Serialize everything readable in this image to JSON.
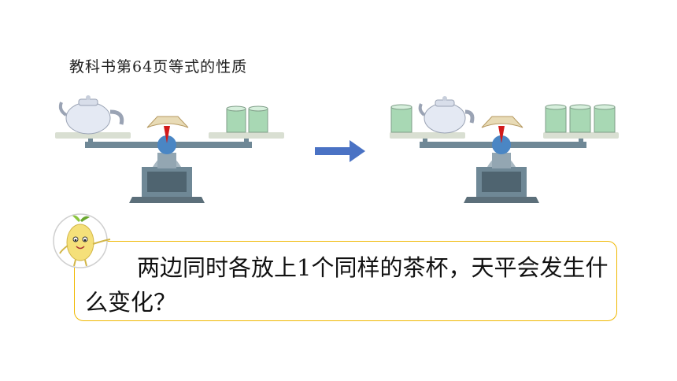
{
  "caption": "教科书第64页等式的性质",
  "question": {
    "text": "两边同时各放上1个同样的茶杯，天平会发生什么变化？"
  },
  "icons": {
    "left_scale": "balance-scale-icon",
    "right_scale": "balance-scale-icon",
    "arrow": "arrow-right-icon",
    "mascot": "potato-mascot-icon"
  },
  "colors": {
    "arrow": "#4a72c4",
    "bubble_border": "#f0b800",
    "cup": "#a8d8b4",
    "scale_base": "#6f8896",
    "dial_pointer": "#d21a1a"
  },
  "scenes": {
    "before": {
      "left_pan": [
        "teapot"
      ],
      "right_pan": [
        "cup",
        "cup"
      ]
    },
    "after": {
      "left_pan": [
        "cup",
        "teapot"
      ],
      "right_pan": [
        "cup",
        "cup",
        "cup"
      ]
    }
  }
}
